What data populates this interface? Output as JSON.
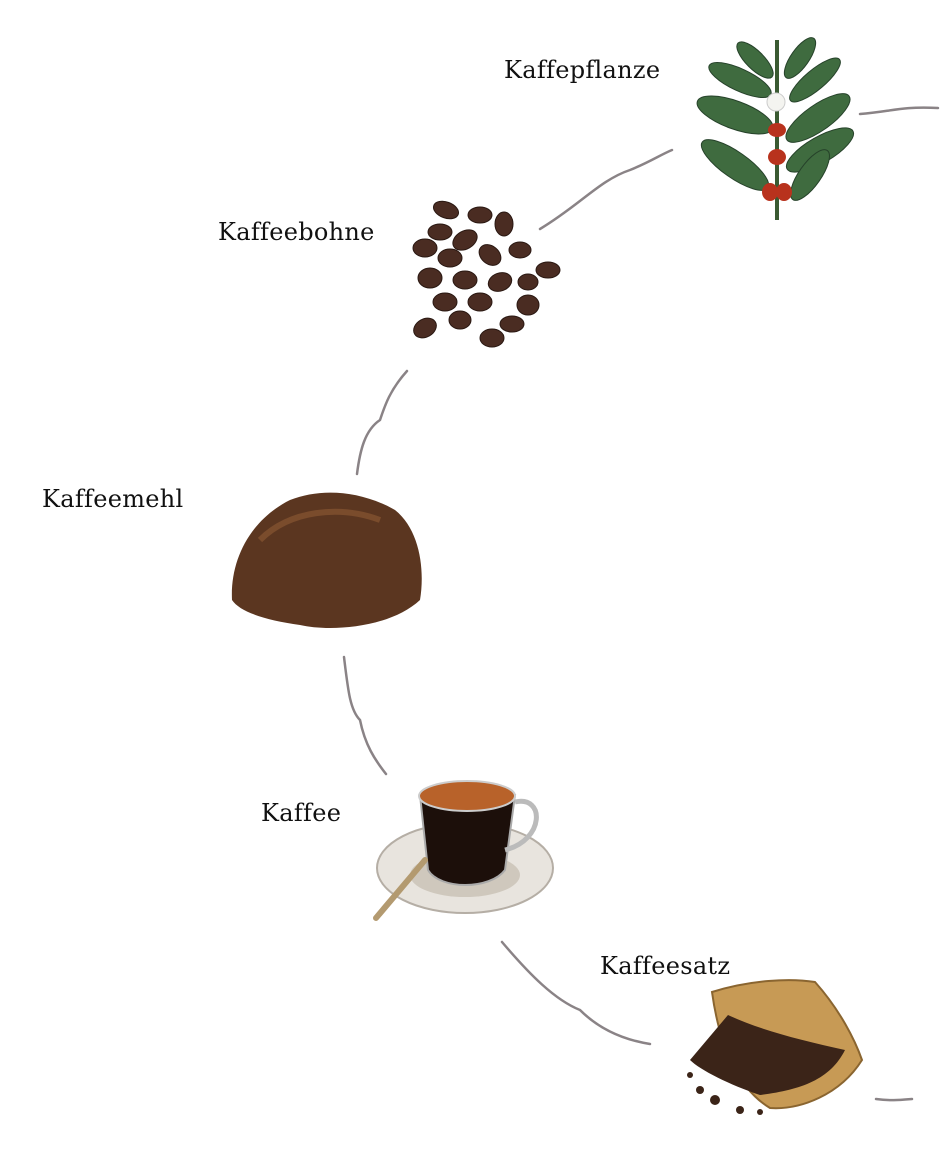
{
  "stages": [
    {
      "label": "Kaffepflanze",
      "icon": "coffee-plant-icon"
    },
    {
      "label": "Kaffeebohne",
      "icon": "coffee-beans-icon"
    },
    {
      "label": "Kaffeemehl",
      "icon": "ground-coffee-icon"
    },
    {
      "label": "Kaffee",
      "icon": "espresso-cup-icon"
    },
    {
      "label": "Kaffeesatz",
      "icon": "coffee-grounds-filter-icon"
    }
  ],
  "colors": {
    "connector": "#8a8386",
    "text": "#111111",
    "leaf": "#3f6b3f",
    "berry": "#b8321d",
    "bean": "#4a2c22",
    "powder": "#5b3620"
  }
}
